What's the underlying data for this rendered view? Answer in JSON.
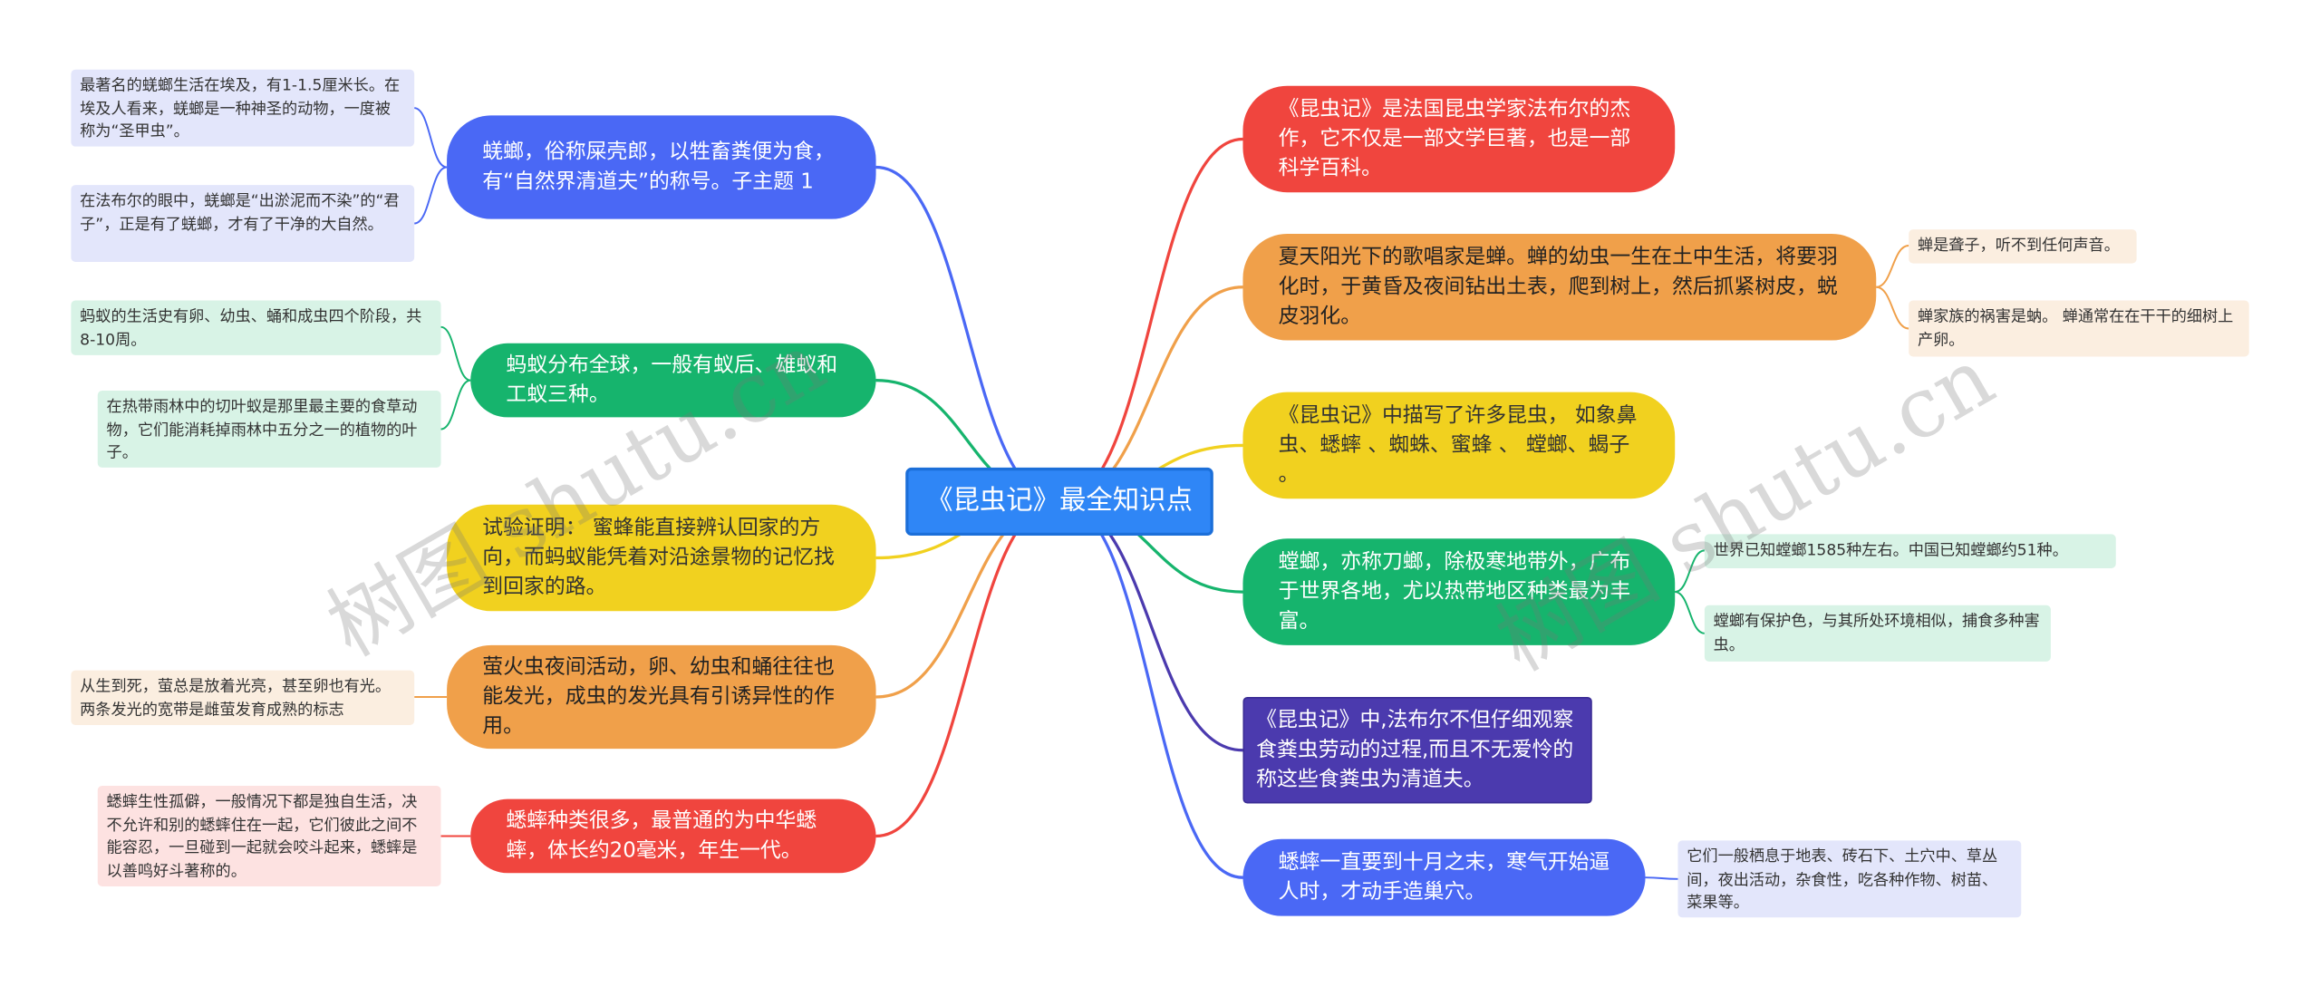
{
  "center": "《昆虫记》最全知识点",
  "colors": {
    "blue": "#4a68f5",
    "green": "#16b46d",
    "yellow": "#f1d11f",
    "orange": "#f0a04a",
    "red": "#f0453e",
    "purple": "#4b3aae",
    "center": "#2f86f6"
  },
  "left": [
    {
      "text": "蜣螂，俗称屎壳郎，以牲畜粪便为食，有“自然界清道夫”的称号。子主题 1",
      "leaves": [
        "最著名的蜣螂生活在埃及，有1-1.5厘米长。在埃及人看来，蜣螂是一种神圣的动物，一度被称为“圣甲虫”。",
        "在法布尔的眼中，蜣螂是“出淤泥而不染”的“君子”，正是有了蜣螂，才有了干净的大自然。"
      ]
    },
    {
      "text": "蚂蚁分布全球，一般有蚁后、雄蚁和工蚁三种。",
      "leaves": [
        "蚂蚁的生活史有卵、幼虫、蛹和成虫四个阶段，共8-10周。",
        "在热带雨林中的切叶蚁是那里最主要的食草动物，它们能消耗掉雨林中五分之一的植物的叶子。"
      ]
    },
    {
      "text": "试验证明：  蜜蜂能直接辨认回家的方向，而蚂蚁能凭着对沿途景物的记忆找到回家的路。",
      "leaves": []
    },
    {
      "text": "萤火虫夜间活动，卵、幼虫和蛹往往也能发光，成虫的发光具有引诱异性的作用。",
      "leaves": [
        "从生到死，萤总是放着光亮，甚至卵也有光。两条发光的宽带是雌萤发育成熟的标志"
      ]
    },
    {
      "text": "蟋蟀种类很多，最普通的为中华蟋蟀，体长约20毫米，年生一代。",
      "leaves": [
        "蟋蟀生性孤僻，一般情况下都是独自生活，决不允许和别的蟋蟀住在一起，它们彼此之间不能容忍，一旦碰到一起就会咬斗起来，蟋蟀是以善鸣好斗著称的。"
      ]
    }
  ],
  "right": [
    {
      "text": "《昆虫记》是法国昆虫学家法布尔的杰作，它不仅是一部文学巨著，也是一部科学百科。",
      "leaves": []
    },
    {
      "text": "夏天阳光下的歌唱家是蝉。蝉的幼虫一生在土中生活，将要羽化时，于黄昏及夜间钻出土表，爬到树上，然后抓紧树皮，蜕皮羽化。",
      "leaves": [
        "蝉是聋子，听不到任何声音。",
        "  蝉家族的祸害是蚋。 蝉通常在在干干的细树上产卵。"
      ]
    },
    {
      "text": "《昆虫记》中描写了许多昆虫，  如象鼻虫、蟋蟀 、蜘蛛、蜜蜂 、 螳螂、蝎子  。",
      "leaves": []
    },
    {
      "text": "螳螂，亦称刀螂，除极寒地带外，广布于世界各地，尤以热带地区种类最为丰富。",
      "leaves": [
        "世界已知螳螂1585种左右。中国已知螳螂约51种。",
        "螳螂有保护色，与其所处环境相似，捕食多种害虫。"
      ]
    },
    {
      "text": "《昆虫记》中,法布尔不但仔细观察食粪虫劳动的过程,而且不无爱怜的称这些食粪虫为清道夫。",
      "leaves": []
    },
    {
      "text": "蟋蟀一直要到十月之末，寒气开始逼人时，才动手造巢穴。",
      "leaves": [
        "它们一般栖息于地表、砖石下、土穴中、草丛间，夜出活动，杂食性，吃各种作物、树苗、菜果等。"
      ]
    }
  ],
  "watermark": "树图 shutu.cn"
}
